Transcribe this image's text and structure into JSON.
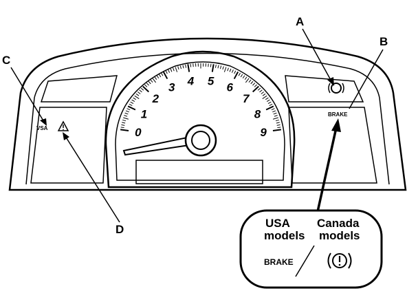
{
  "callouts": {
    "a": "A",
    "b": "B",
    "c": "C",
    "d": "D"
  },
  "tachometer": {
    "scale": [
      "0",
      "1",
      "2",
      "3",
      "4",
      "5",
      "6",
      "7",
      "8",
      "9"
    ]
  },
  "panel": {
    "vsa_label": "VSA",
    "brake_label": "BRAKE"
  },
  "inset": {
    "usa_line1": "USA",
    "usa_line2": "models",
    "canada_line1": "Canada",
    "canada_line2": "models",
    "brake_text": "BRAKE"
  }
}
